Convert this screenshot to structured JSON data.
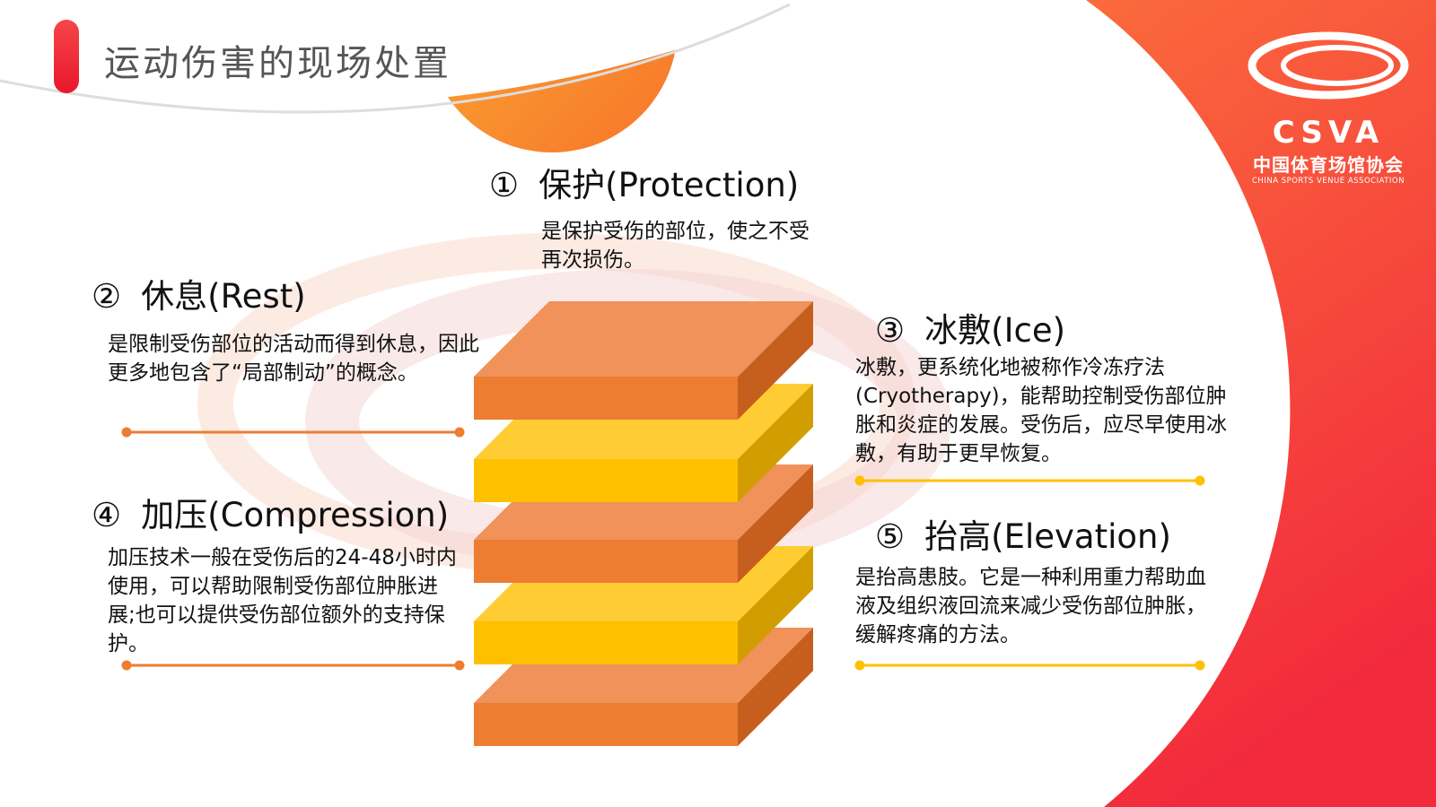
{
  "title": "运动伤害的现场处置",
  "logo": {
    "abbr": "CSVA",
    "name_cn": "中国体育场馆协会",
    "name_en": "CHINA SPORTS VENUE ASSOCIATION"
  },
  "items": [
    {
      "num": "①",
      "heading": "保护(Protection)",
      "text": "是保护受伤的部位，使之不受再次损伤。"
    },
    {
      "num": "②",
      "heading": "休息(Rest)",
      "text": "是限制受伤部位的活动而得到休息，因此更多地包含了“局部制动”的概念。"
    },
    {
      "num": "③",
      "heading": "冰敷(Ice)",
      "text": "冰敷，更系统化地被称作冷冻疗法(Cryotherapy)，能帮助控制受伤部位肿胀和炎症的发展。受伤后，应尽早使用冰敷，有助于更早恢复。"
    },
    {
      "num": "④",
      "heading": "加压(Compression)",
      "text": "加压技术一般在受伤后的24-48小时内使用，可以帮助限制受伤部位肿胀进展;也可以提供受伤部位额外的支持保护。"
    },
    {
      "num": "⑤",
      "heading": "抬高(Elevation)",
      "text": "是抬高患肢。它是一种利用重力帮助血液及组织液回流来减少受伤部位肿胀，缓解疼痛的方法。"
    }
  ],
  "colors": {
    "orange": "#ed7d31",
    "yellow": "#ffc000",
    "red": "#f5283a"
  }
}
